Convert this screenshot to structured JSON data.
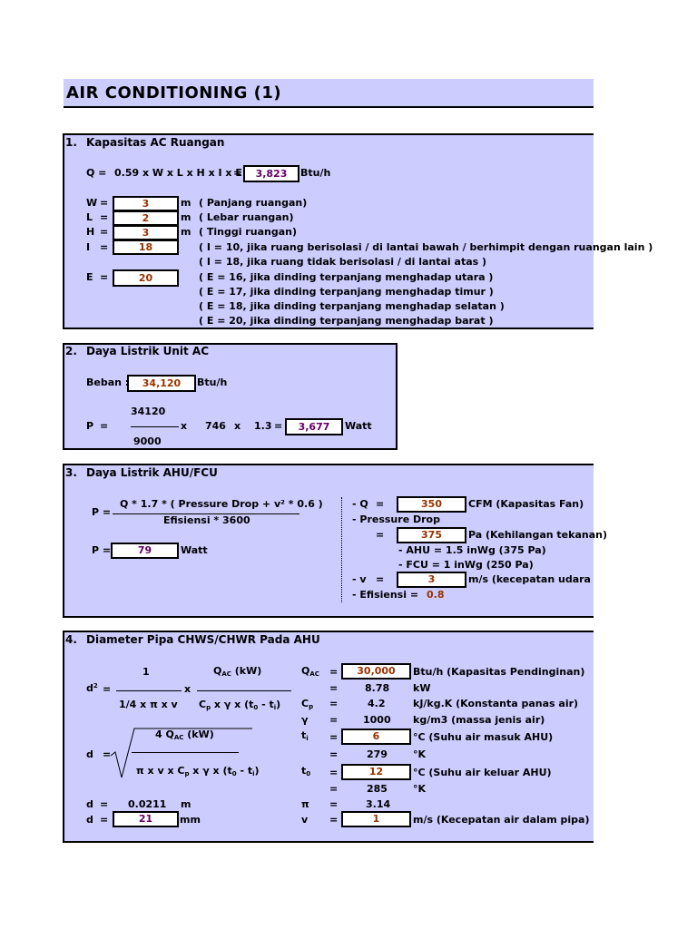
{
  "title": "AIR CONDITIONING (1)",
  "s1": {
    "heading_num": "1.",
    "heading": "Kapasitas AC Ruangan",
    "q_label": "Q =",
    "formula": "0.59 x W x L x H x I x E",
    "eq": "=",
    "q_value": "3,823",
    "q_unit": "Btu/h",
    "rows": [
      {
        "label": "W",
        "eq": "=",
        "value": "3",
        "unit": "m",
        "note": "( Panjang ruangan)"
      },
      {
        "label": "L",
        "eq": "=",
        "value": "2",
        "unit": "m",
        "note": "( Lebar ruangan)"
      },
      {
        "label": "H",
        "eq": "=",
        "value": "3",
        "unit": "m",
        "note": "( Tinggi ruangan)"
      },
      {
        "label": "I",
        "eq": "=",
        "value": "18",
        "unit": "",
        "note": "( I = 10, jika ruang berisolasi / di lantai bawah / berhimpit dengan ruangan lain )"
      }
    ],
    "i_note2": "( I = 18, jika ruang tidak berisolasi / di lantai atas )",
    "e_label": "E",
    "e_eq": "=",
    "e_value": "20",
    "e_notes": [
      "( E = 16, jika dinding terpanjang menghadap utara )",
      "( E = 17, jika dinding terpanjang menghadap timur )",
      "( E = 18, jika dinding terpanjang menghadap selatan )",
      "( E = 20, jika dinding terpanjang menghadap barat )"
    ]
  },
  "s2": {
    "heading_num": "2.",
    "heading": "Daya Listrik Unit AC",
    "beban_label": "Beban :",
    "beban_value": "34,120",
    "beban_unit": "Btu/h",
    "numerator": "34120",
    "denominator": "9000",
    "p_label": "P",
    "p_eq": "=",
    "x1": "x",
    "c1": "746",
    "x2": "x",
    "c2": "1.3",
    "eq2": "=",
    "p_value": "3,677",
    "p_unit": "Watt"
  },
  "s3": {
    "heading_num": "3.",
    "heading": "Daya Listrik AHU/FCU",
    "p_label": "P =",
    "numerator": "Q * 1.7 * ( Pressure Drop + v² * 0.6 )",
    "denominator": "Efisiensi * 3600",
    "p2_label": "P =",
    "p_value": "79",
    "p_unit": "Watt",
    "q_label": "- Q",
    "q_eq": "=",
    "q_value": "350",
    "q_unit": "CFM (Kapasitas Fan)",
    "pd_label": "- Pressure Drop",
    "pd_eq": "=",
    "pd_value": "375",
    "pd_unit": "Pa (Kehilangan tekanan)",
    "ahu_note": "- AHU = 1.5 inWg (375 Pa)",
    "fcu_note": "- FCU  = 1 inWg (250 Pa)",
    "v_label": "- v",
    "v_eq": "=",
    "v_value": "3",
    "v_unit": "m/s (kecepatan udara kelu",
    "ef_label": "- Efisiensi =",
    "ef_value": "0.8"
  },
  "s4": {
    "heading_num": "4.",
    "heading": "Diameter Pipa CHWS/CHWR Pada AHU",
    "d2_label": "d",
    "d2_sup": "2",
    "d2_eq": "=",
    "frac1_num": "1",
    "frac1_den": "1/4 x π x v",
    "times": "x",
    "frac2_num_a": "Q",
    "frac2_num_sub": "AC",
    "frac2_num_b": " (kW)",
    "frac2_den": "C",
    "frac2_den_sub": "p",
    "frac2_den_rest": " x γ x (t",
    "frac2_den_sub0": "0",
    "frac2_den_mid": " - t",
    "frac2_den_subi": "i",
    "frac2_den_end": ")",
    "sqrt_num_a": "4 Q",
    "sqrt_num_sub": "AC",
    "sqrt_num_b": " (kW)",
    "sqrt_den_a": "π x v x C",
    "sqrt_den_sub": "p",
    "sqrt_den_rest": " x γ x (t",
    "sqrt_den_sub0": "0",
    "sqrt_den_mid": " - t",
    "sqrt_den_subi": "i",
    "sqrt_den_end": ")",
    "d_label": "d",
    "d_eq": "=",
    "d_m_value": "0.0211",
    "d_m_unit": "m",
    "d_mm_value": "21",
    "d_mm_unit": "mm",
    "qac_label": "Q",
    "qac_sub": "AC",
    "qac_eq": "=",
    "qac_value": "30,000",
    "qac_unit": "Btu/h (Kapasitas Pendinginan)",
    "kw_eq": "=",
    "kw_value": "8.78",
    "kw_unit": "kW",
    "cp_label": "C",
    "cp_sub": "p",
    "cp_eq": "=",
    "cp_value": "4.2",
    "cp_unit": "kJ/kg.K (Konstanta panas air)",
    "rho_label": "γ",
    "rho_eq": "=",
    "rho_value": "1000",
    "rho_unit": "kg/m3 (massa jenis air)",
    "ti_label": "t",
    "ti_sub": "i",
    "ti_eq": "=",
    "ti_value": "6",
    "ti_unit": "°C (Suhu air masuk AHU)",
    "tik_eq": "=",
    "tik_value": "279",
    "tik_unit": "°K",
    "to_label": "t",
    "to_sub": "0",
    "to_eq": "=",
    "to_value": "12",
    "to_unit": "°C (Suhu air keluar AHU)",
    "tok_eq": "=",
    "tok_value": "285",
    "tok_unit": "°K",
    "pi_label": "π",
    "pi_eq": "=",
    "pi_value": "3.14",
    "v_label": "v",
    "v_eq": "=",
    "v_value": "1",
    "v_unit": "m/s (Kecepatan air dalam pipa)"
  }
}
